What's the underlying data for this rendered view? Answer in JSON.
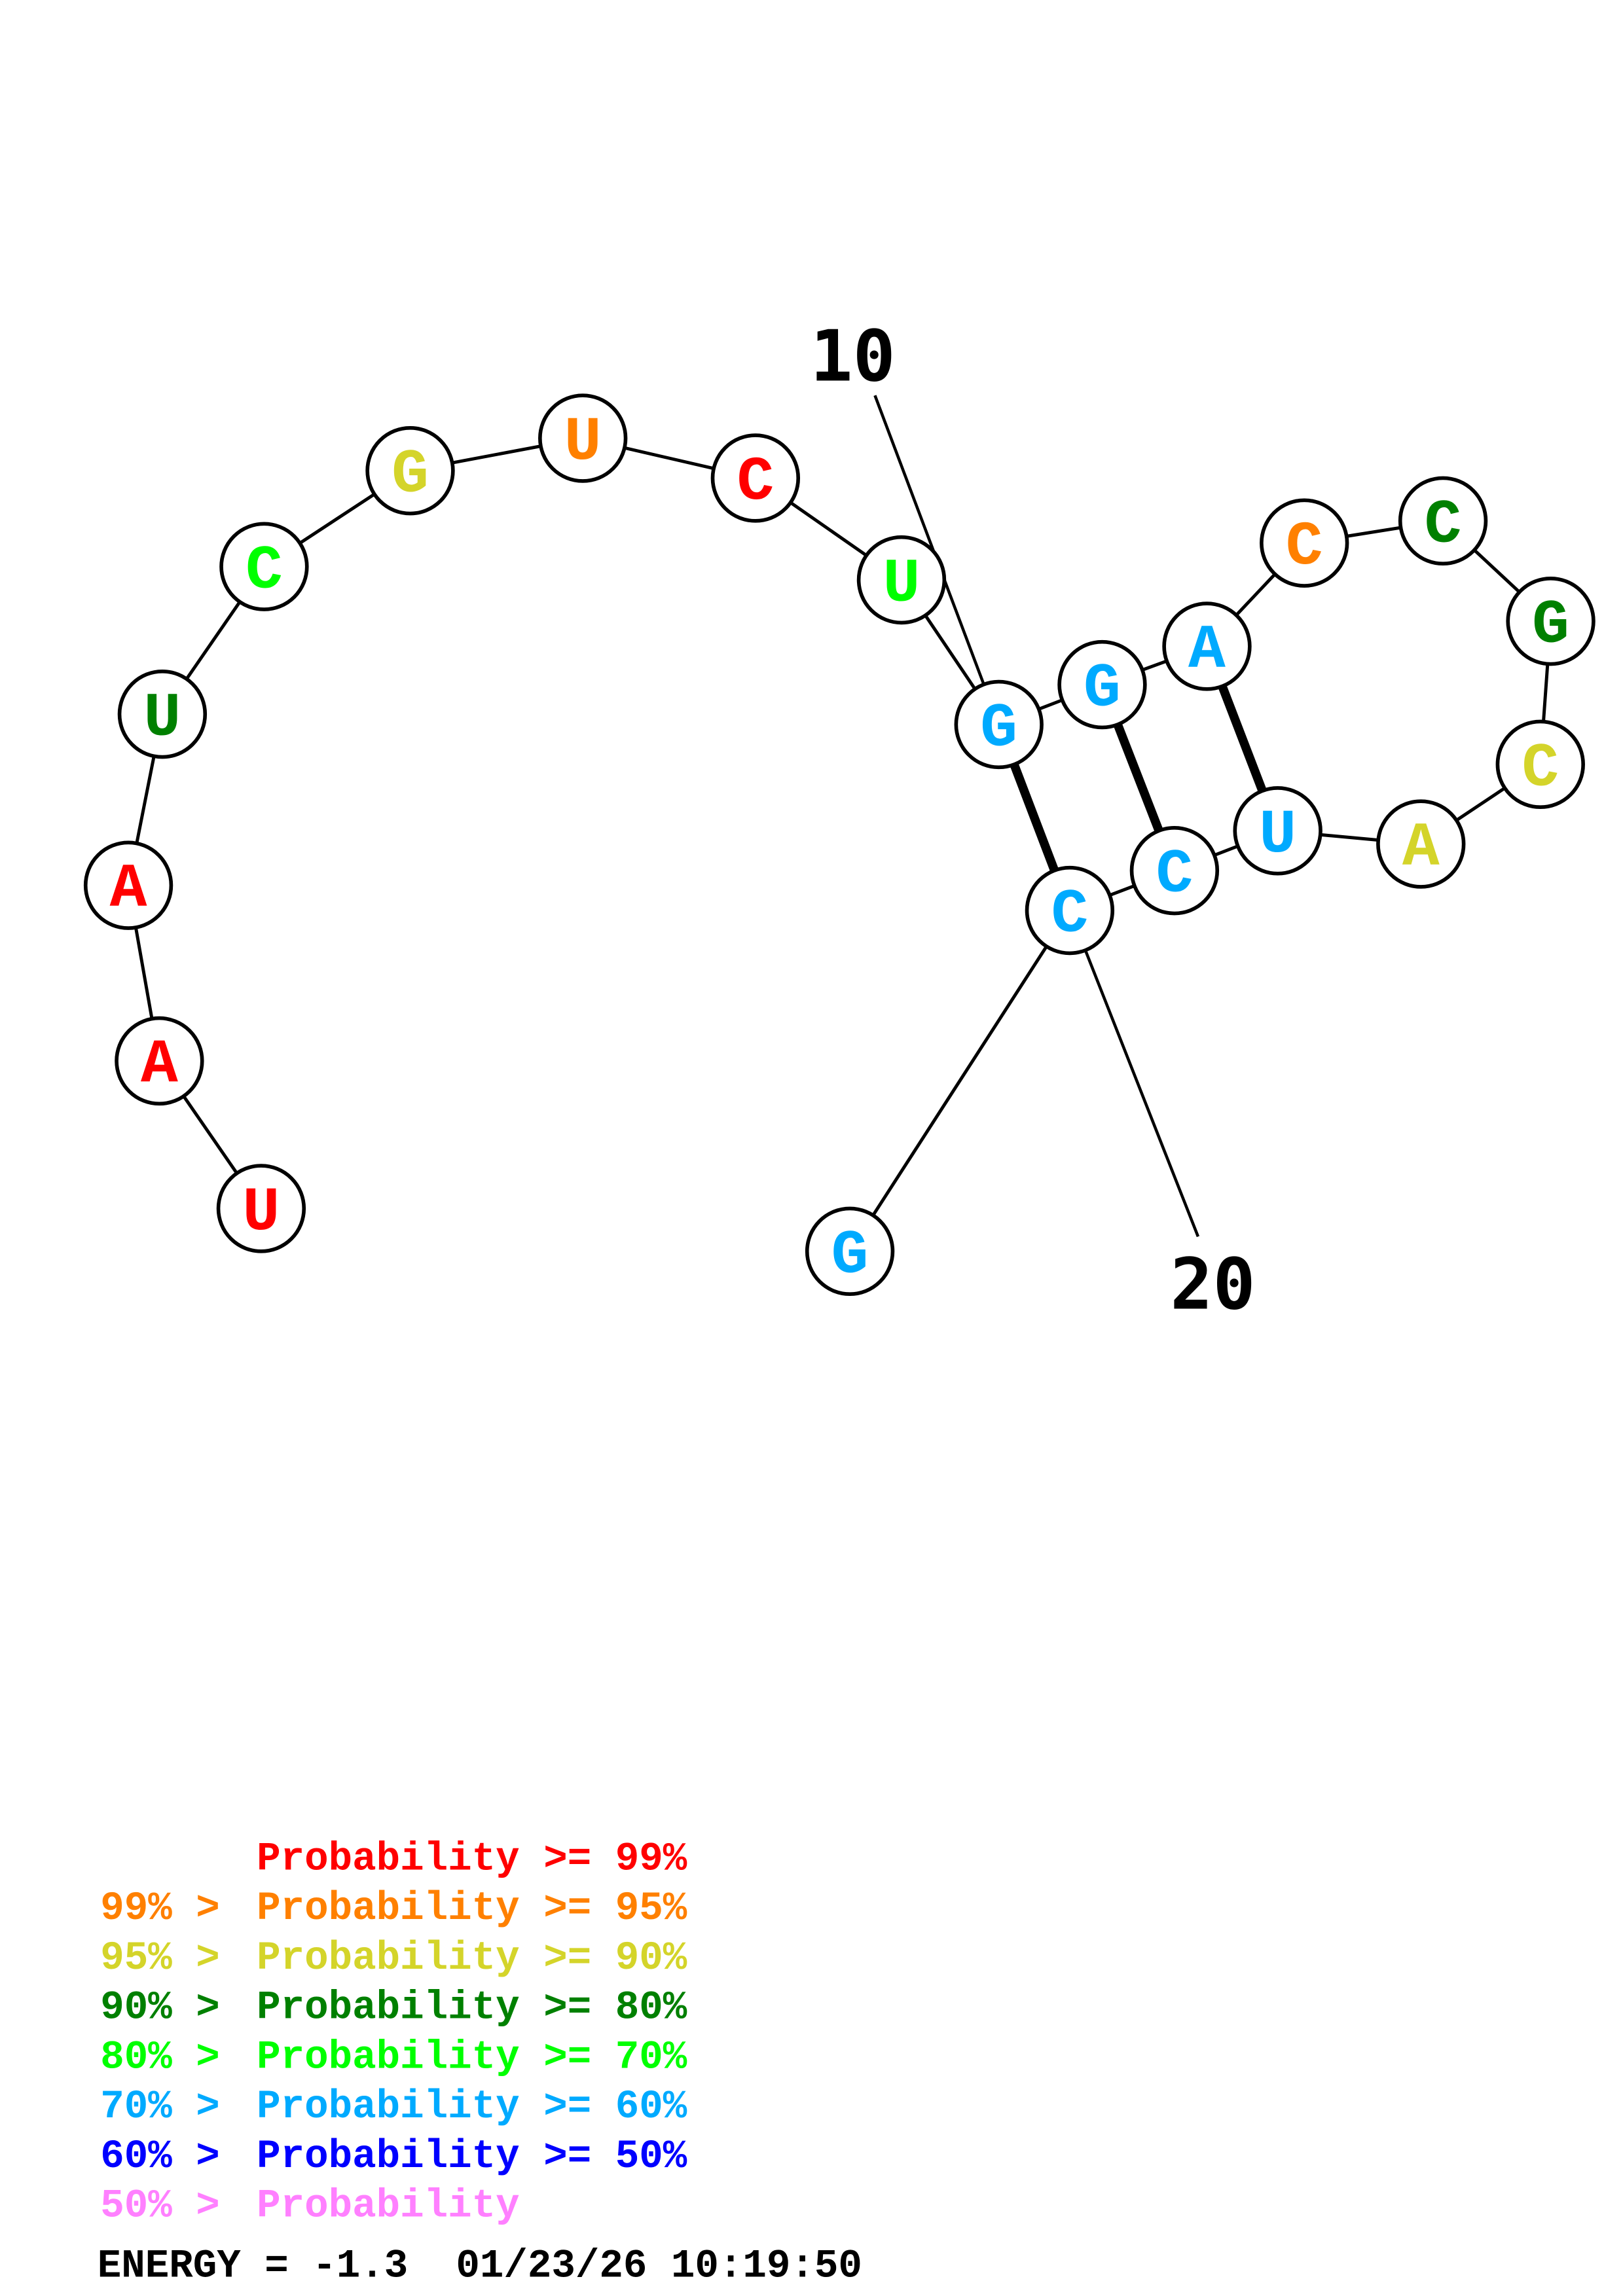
{
  "structure": {
    "sequence": [
      "U",
      "A",
      "A",
      "U",
      "C",
      "G",
      "U",
      "C",
      "U",
      "G",
      "G",
      "A",
      "C",
      "C",
      "G",
      "C",
      "A",
      "U",
      "C",
      "C",
      "G"
    ],
    "probability_class": [
      0,
      0,
      0,
      3,
      4,
      2,
      1,
      0,
      4,
      5,
      5,
      5,
      1,
      3,
      3,
      2,
      2,
      5,
      5,
      5,
      5
    ],
    "pairs": [
      [
        10,
        20
      ],
      [
        11,
        19
      ],
      [
        12,
        18
      ]
    ],
    "index_labels": [
      {
        "position": 10,
        "text": "10"
      },
      {
        "position": 20,
        "text": "20"
      }
    ]
  },
  "legend": {
    "colors": [
      "#ff0000",
      "#ff8000",
      "#d4d42a",
      "#008000",
      "#00ff00",
      "#00aaff",
      "#0000ff",
      "#ff80ff"
    ],
    "lines": [
      {
        "prefix": "",
        "text": "Probability >= 99%"
      },
      {
        "prefix": "99% > ",
        "text": "Probability >= 95%"
      },
      {
        "prefix": "95% > ",
        "text": "Probability >= 90%"
      },
      {
        "prefix": "90% > ",
        "text": "Probability >= 80%"
      },
      {
        "prefix": "80% > ",
        "text": "Probability >= 70%"
      },
      {
        "prefix": "70% > ",
        "text": "Probability >= 60%"
      },
      {
        "prefix": "60% > ",
        "text": "Probability >= 50%"
      },
      {
        "prefix": "50% > ",
        "text": "Probability"
      }
    ]
  },
  "footer": {
    "energy": "ENERGY = -1.3  01/23/26 10:19:50"
  }
}
